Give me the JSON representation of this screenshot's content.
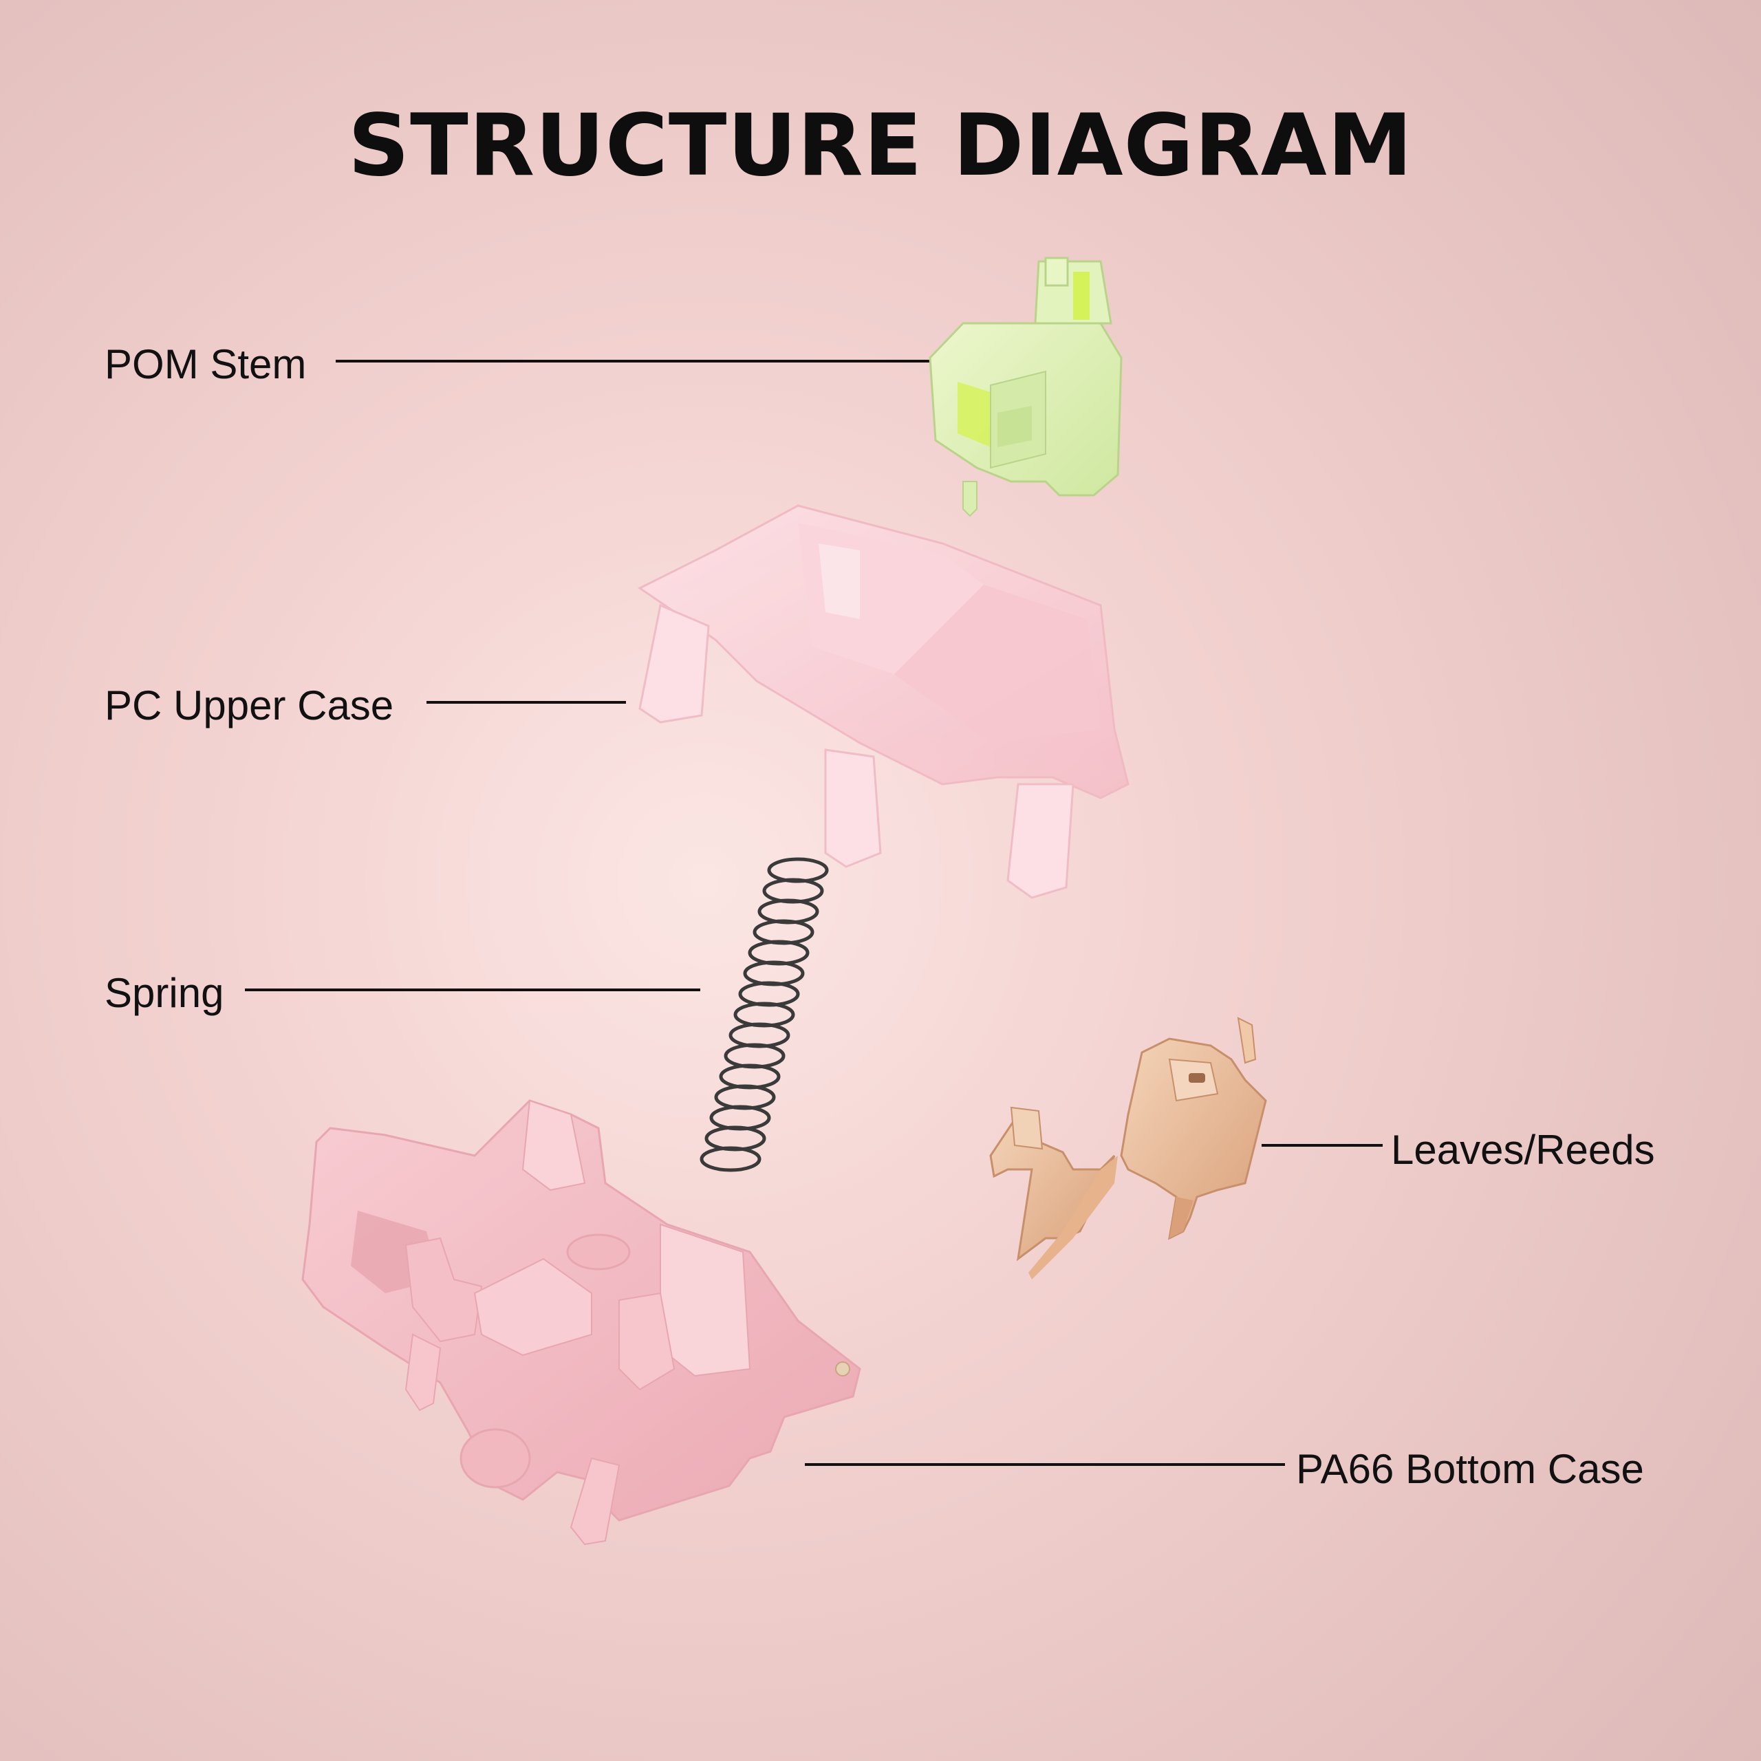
{
  "title": "STRUCTURE DIAGRAM",
  "labels": {
    "stem": "POM Stem",
    "upper_case": "PC Upper Case",
    "spring": "Spring",
    "leaves": "Leaves/Reeds",
    "bottom_case": "PA66 Bottom Case"
  },
  "colors": {
    "background": "#f3d3d1",
    "stem": "#dcefb2",
    "stem_accent": "#d6f25a",
    "upper_case": "#f7c9cf",
    "bottom_case": "#f2b8c0",
    "spring": "#3a3a3a",
    "leaves": "#e9bc98",
    "text": "#111111"
  }
}
